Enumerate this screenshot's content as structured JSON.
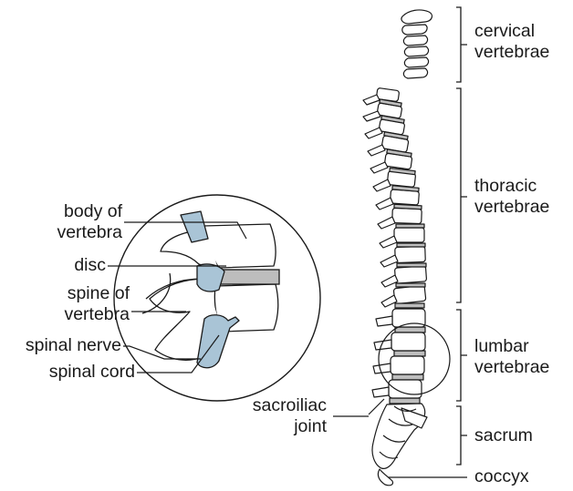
{
  "colors": {
    "stroke": "#1a1a1a",
    "disc": "#bdbdbd",
    "nerve_blue": "#a9c4d6"
  },
  "regions": {
    "cervical": [
      "cervical",
      "vertebrae"
    ],
    "thoracic": [
      "thoracic",
      "vertebrae"
    ],
    "lumbar": [
      "lumbar",
      "vertebrae"
    ],
    "sacrum": "sacrum",
    "coccyx": "coccyx",
    "sacroiliac": [
      "sacroiliac",
      "joint"
    ]
  },
  "detail": {
    "body": [
      "body of",
      "vertebra"
    ],
    "disc": "disc",
    "spine": [
      "spine of",
      "vertebra"
    ],
    "nerve": "spinal nerve",
    "cord": "spinal cord"
  }
}
